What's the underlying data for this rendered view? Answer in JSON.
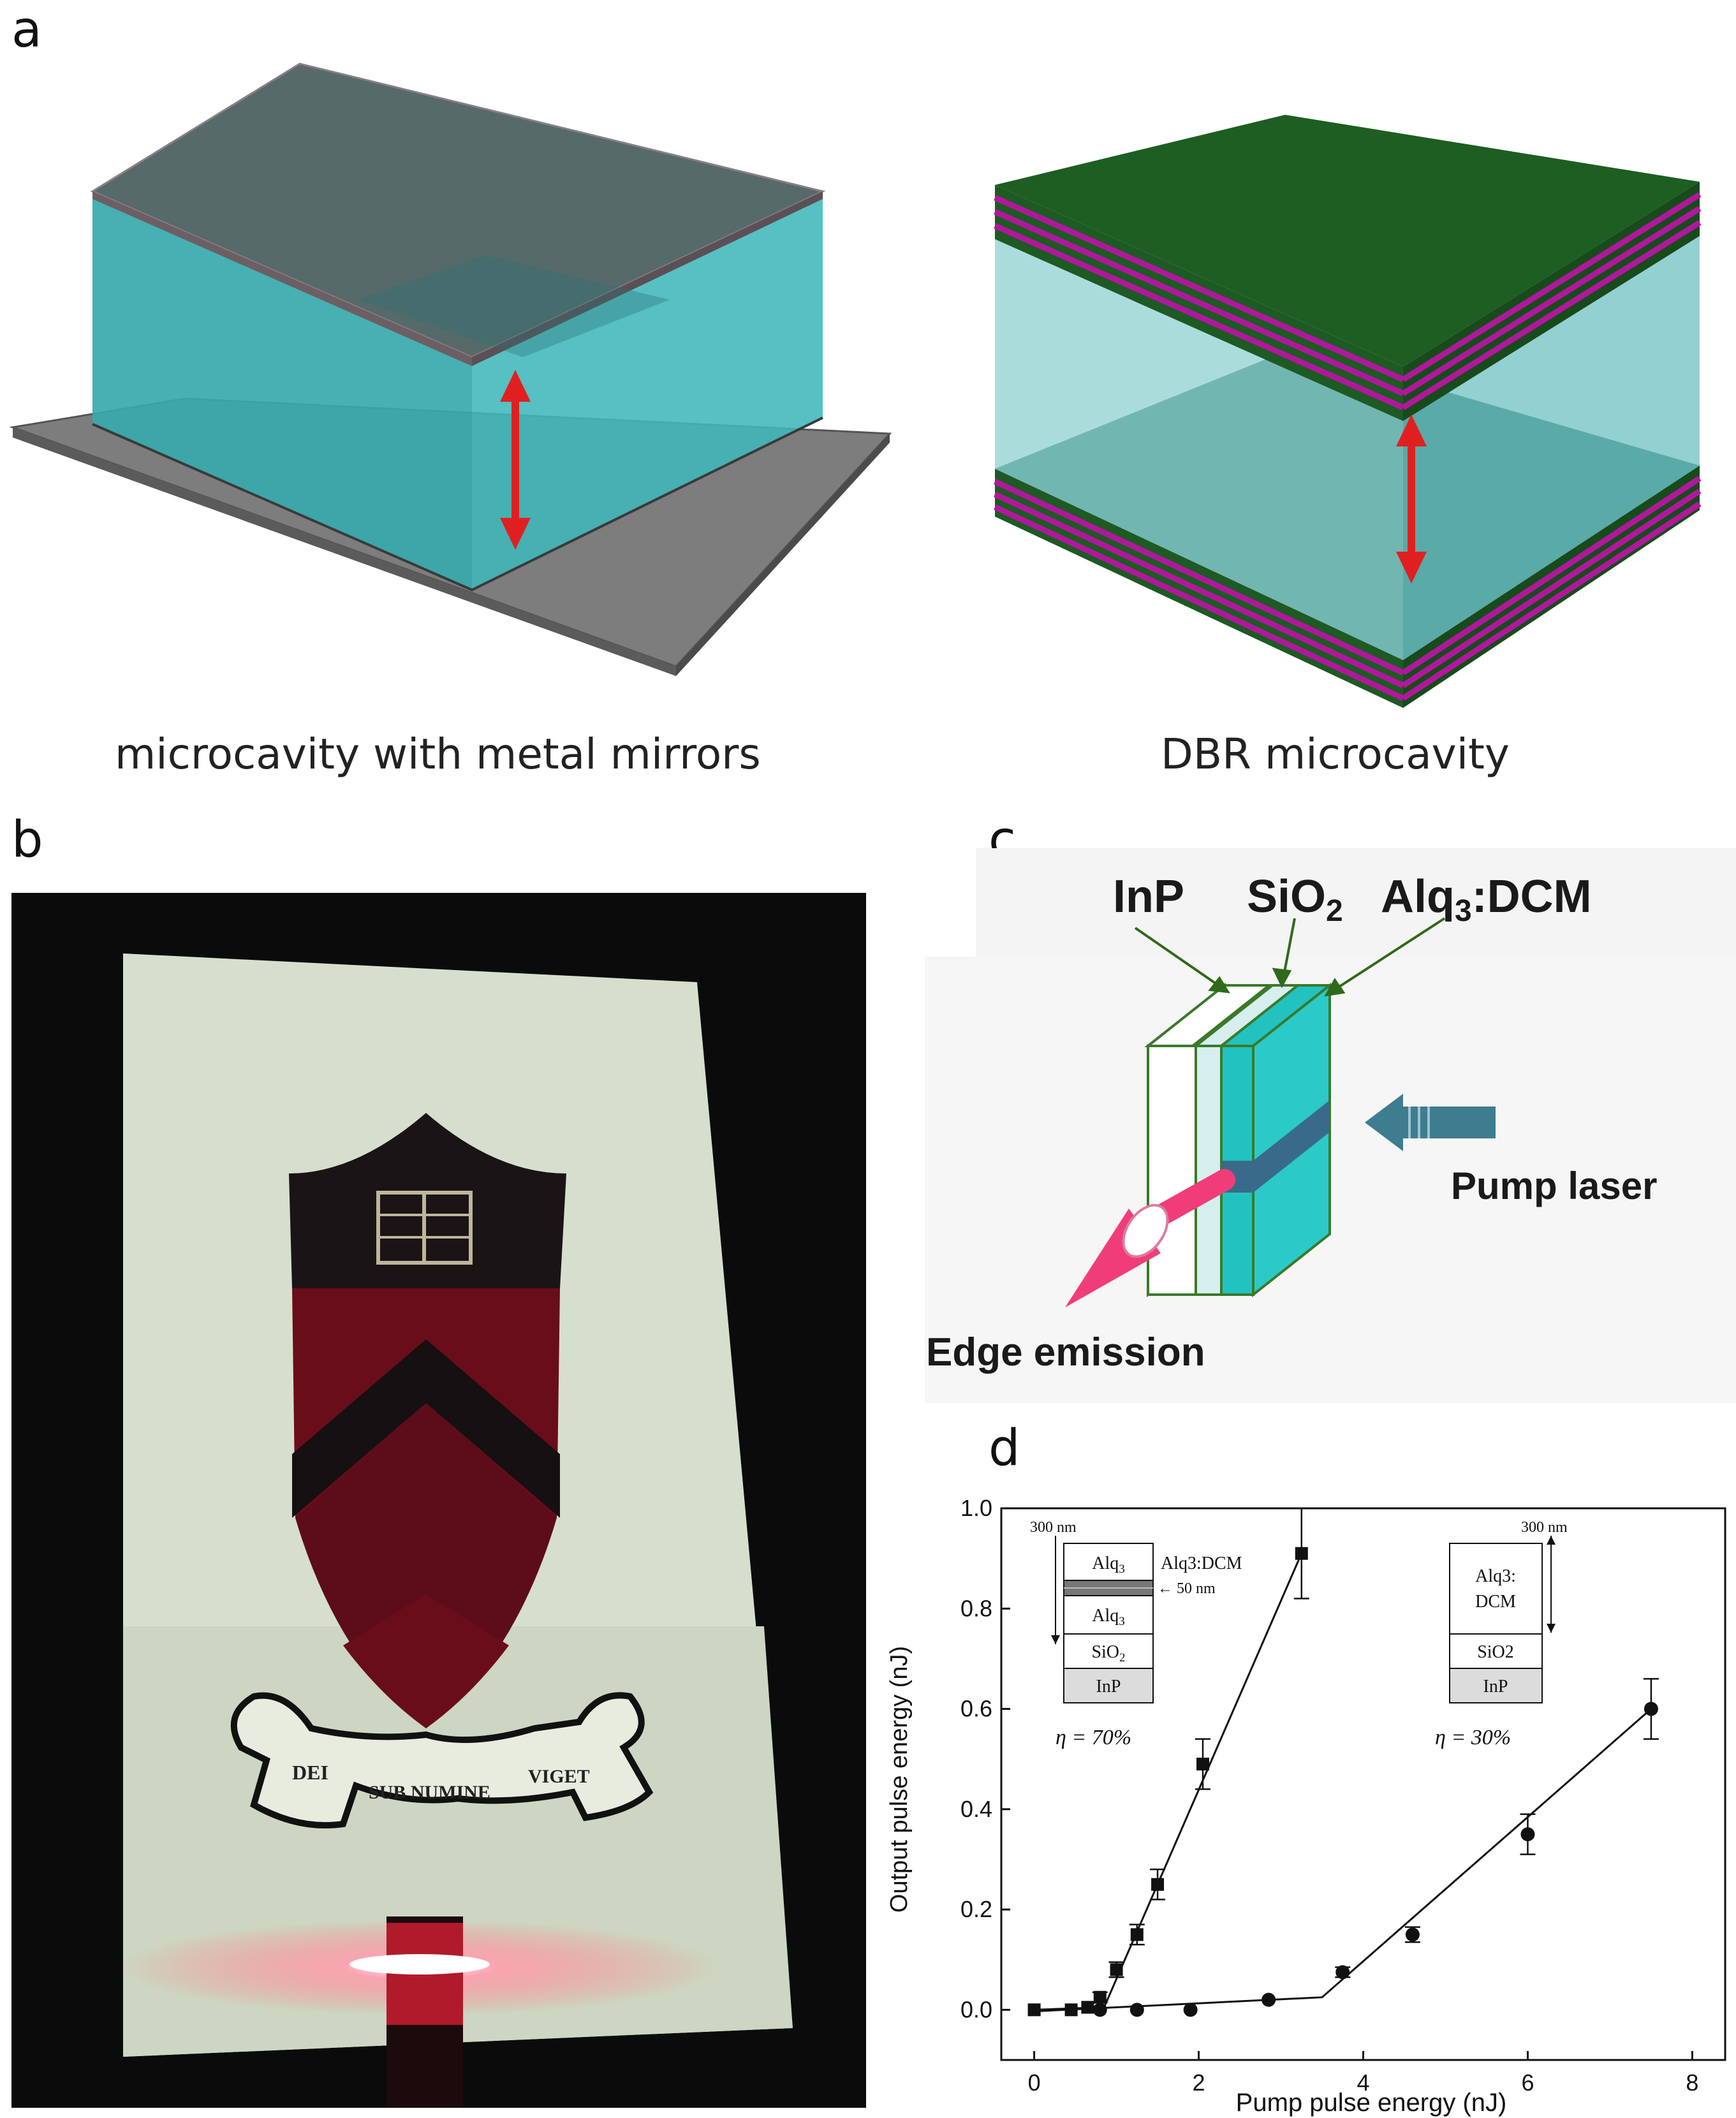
{
  "panels": {
    "a": {
      "letter": "a",
      "left_caption": "microcavity with metal mirrors",
      "right_caption": "DBR microcavity"
    },
    "b": {
      "letter": "b",
      "scroll_text_left": "DEI",
      "scroll_text_mid": "SUB NUMINE",
      "scroll_text_right": "VIGET"
    },
    "c": {
      "letter": "c",
      "label_inp": "InP",
      "label_sio2_main": "SiO",
      "label_sio2_sub": "2",
      "label_alq_main": "Alq",
      "label_alq_sub": "3",
      "label_alq_rest": ":DCM",
      "label_pump": "Pump laser",
      "label_edge": "Edge emission"
    },
    "d": {
      "letter": "d",
      "inset_left": {
        "thickness": "300 nm",
        "layers": [
          "Alq",
          "",
          "Alq",
          "SiO",
          "InP"
        ],
        "layer_subs": [
          "3",
          "",
          "3",
          "2",
          ""
        ],
        "doped_label": "Alq3:DCM",
        "doped_thickness": "← 50 nm",
        "efficiency": "η = 70%"
      },
      "inset_right": {
        "thickness": "300 nm",
        "layer_top_line1": "Alq3:",
        "layer_top_line2": "DCM",
        "layers": [
          "SiO2",
          "InP"
        ],
        "efficiency": "η = 30%"
      }
    }
  },
  "colors": {
    "cavity_cyan": "#3fb5b8",
    "metal_gray": "#6f6f6f",
    "dbr_green": "#1f5f25",
    "dbr_magenta": "#b0189c",
    "arrow_red": "#e02020",
    "pump_arrow": "#3d7d8f",
    "emission_pink": "#f03d7a"
  },
  "chart_data": {
    "type": "scatter",
    "xlabel": "Pump pulse energy (nJ)",
    "ylabel": "Output pulse energy (nJ)",
    "xlim": [
      -0.4,
      8.4
    ],
    "ylim": [
      -0.1,
      1.0
    ],
    "xticks": [
      0,
      2,
      4,
      6,
      8
    ],
    "yticks": [
      0.0,
      0.2,
      0.4,
      0.6,
      0.8,
      1.0
    ],
    "xtick_labels": [
      "0",
      "2",
      "4",
      "6",
      "8"
    ],
    "ytick_labels": [
      "0.0",
      "0.2",
      "0.4",
      "0.6",
      "0.8",
      "1.0"
    ],
    "series": [
      {
        "marker": "square",
        "x": [
          0.0,
          0.45,
          0.65,
          0.8,
          1.0,
          1.25,
          1.5,
          2.05,
          3.25
        ],
        "y": [
          0.0,
          0.0,
          0.005,
          0.025,
          0.08,
          0.15,
          0.25,
          0.49,
          0.91
        ],
        "err": [
          0,
          0,
          0,
          0.01,
          0.015,
          0.02,
          0.03,
          0.05,
          0.09
        ],
        "fit": [
          [
            0.0,
            0.0
          ],
          [
            0.85,
            0.005
          ],
          [
            3.25,
            0.91
          ]
        ]
      },
      {
        "marker": "circle",
        "x": [
          0.8,
          1.25,
          1.9,
          2.85,
          3.75,
          4.6,
          6.0,
          7.5
        ],
        "y": [
          0.0,
          0.0,
          0.0,
          0.02,
          0.075,
          0.15,
          0.35,
          0.6
        ],
        "err": [
          0,
          0,
          0,
          0,
          0.01,
          0.015,
          0.04,
          0.06
        ],
        "fit": [
          [
            0.0,
            -0.003
          ],
          [
            3.5,
            0.025
          ],
          [
            7.5,
            0.6
          ]
        ]
      }
    ]
  }
}
